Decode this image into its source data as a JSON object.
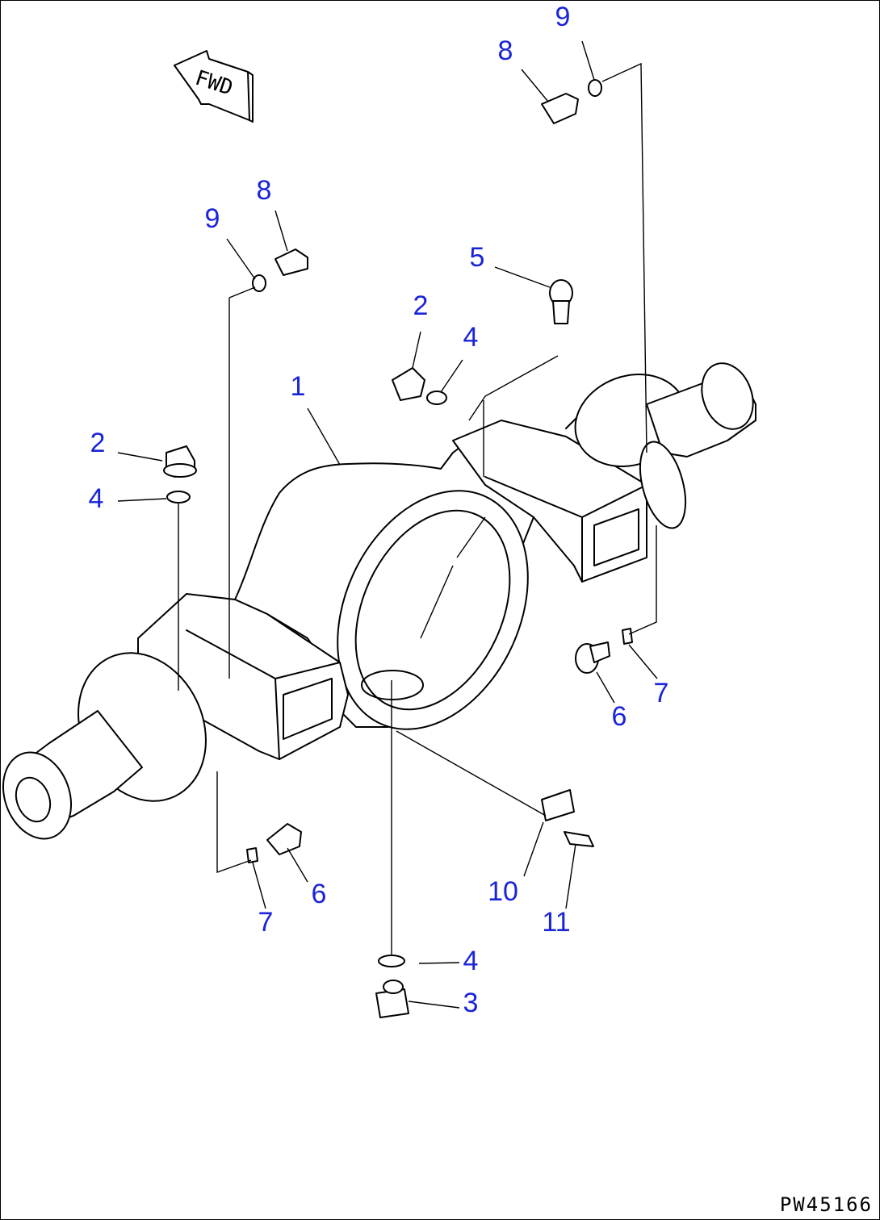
{
  "fwd_label": "FWD",
  "drawing_code": "PW45166",
  "label_color": "#1a24d8",
  "callouts": [
    {
      "id": "c1",
      "num": "1"
    },
    {
      "id": "c2a",
      "num": "2"
    },
    {
      "id": "c2b",
      "num": "2"
    },
    {
      "id": "c3",
      "num": "3"
    },
    {
      "id": "c4a",
      "num": "4"
    },
    {
      "id": "c4b",
      "num": "4"
    },
    {
      "id": "c4c",
      "num": "4"
    },
    {
      "id": "c5",
      "num": "5"
    },
    {
      "id": "c6a",
      "num": "6"
    },
    {
      "id": "c6b",
      "num": "6"
    },
    {
      "id": "c7a",
      "num": "7"
    },
    {
      "id": "c7b",
      "num": "7"
    },
    {
      "id": "c8a",
      "num": "8"
    },
    {
      "id": "c8b",
      "num": "8"
    },
    {
      "id": "c9a",
      "num": "9"
    },
    {
      "id": "c9b",
      "num": "9"
    },
    {
      "id": "c10",
      "num": "10"
    },
    {
      "id": "c11",
      "num": "11"
    }
  ]
}
